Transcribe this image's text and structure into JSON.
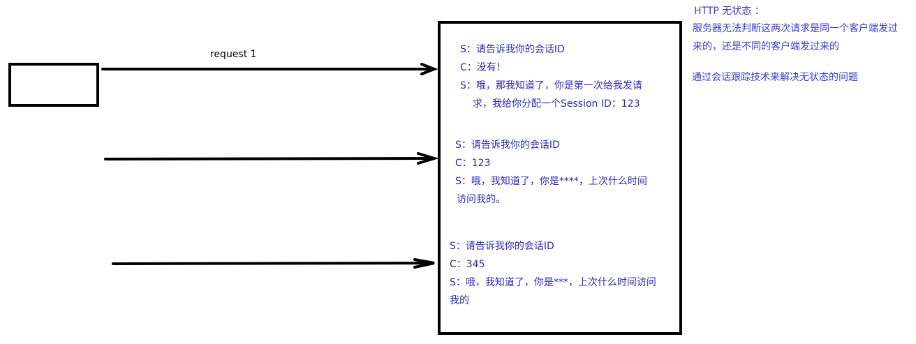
{
  "request_label": "request 1",
  "blocks": [
    [
      "S：请告诉我你的会话ID",
      "C：没有！",
      "S：哦，那我知道了，你是第一次给我发请",
      "求，我给你分配一个Session ID：123"
    ],
    [
      "S：请告诉我你的会话ID",
      "C：123",
      "S：哦，我知道了，你是****，上次什么时间",
      "访问我的。"
    ],
    [
      "S：请告诉我你的会话ID",
      "C：345",
      "S：哦，我知道了，你是***，上次什么时间访问",
      "我的"
    ]
  ],
  "notes": {
    "title": "HTTP 无状态 ：",
    "line1": "服务器无法判断这两次请求是同一个客户端发过",
    "line2": "来的，还是不同的客户端发过来的",
    "line3": "通过会话跟踪技术来解决无状态的问题"
  },
  "colors": {
    "text_blue": "#2b2bb0",
    "line": "#000000"
  }
}
